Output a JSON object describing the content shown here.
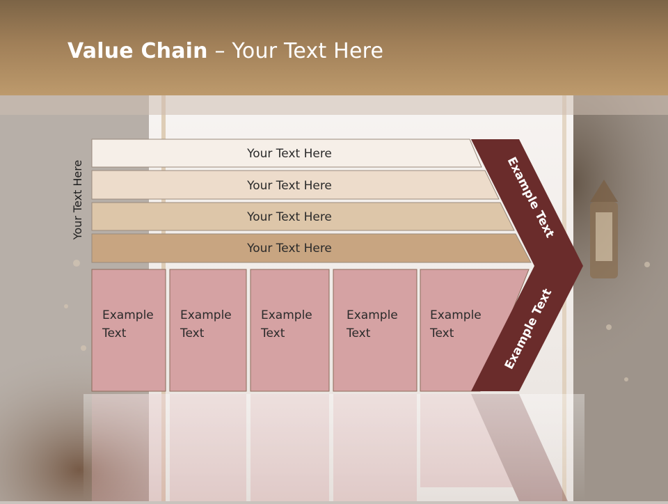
{
  "slide": {
    "title_bold": "Value Chain",
    "title_rest": " – Your Text Here",
    "side_label": "Your Text Here"
  },
  "rows": [
    {
      "label": "Your Text Here",
      "color": "#f6efe8"
    },
    {
      "label": "Your Text Here",
      "color": "#eddccb"
    },
    {
      "label": "Your Text Here",
      "color": "#ddc6a9"
    },
    {
      "label": "Your Text Here",
      "color": "#c8a581"
    }
  ],
  "columns": [
    {
      "line1": "Example",
      "line2": "Text"
    },
    {
      "line1": "Example",
      "line2": "Text"
    },
    {
      "line1": "Example",
      "line2": "Text"
    },
    {
      "line1": "Example",
      "line2": "Text"
    },
    {
      "line1": "Example",
      "line2": "Text"
    }
  ],
  "chevron": {
    "top_text": "Example Text",
    "bottom_text": "Example Text",
    "color": "#6a2c2b"
  },
  "colors": {
    "column_fill": "#d5a2a3",
    "column_stroke": "#8c6a5a",
    "title_bar": "#a88760"
  }
}
